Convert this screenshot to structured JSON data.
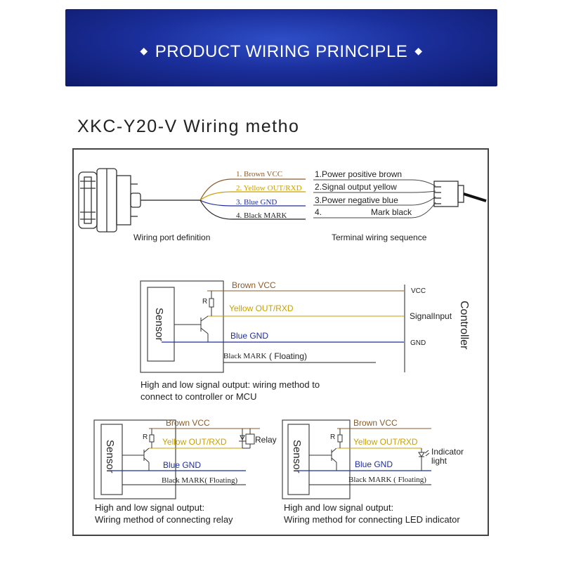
{
  "banner": {
    "title": "PRODUCT WIRING PRINCIPLE"
  },
  "subtitle": "XKC-Y20-V Wiring metho",
  "top_diagram": {
    "wires": [
      "1. Brown VCC",
      "2. Yellow OUT/RXD",
      "3. Blue GND",
      "4. Black MARK"
    ],
    "terminal": [
      "1.Power positive brown",
      "2.Signal output yellow",
      "3.Power negative blue",
      "4.",
      "Mark black"
    ],
    "caption_left": "Wiring port definition",
    "caption_right": "Terminal wiring sequence"
  },
  "controller_diagram": {
    "sensor": "Sensor",
    "resistor": "R",
    "brown": "Brown VCC",
    "yellow": "Yellow OUT/RXD",
    "blue": "Blue GND",
    "black_prefix": "Black MARK",
    "black_suffix": "( Floating)",
    "vcc": "VCC",
    "signal": "SignalInput",
    "gnd": "GND",
    "controller": "Controller",
    "caption1": "High and low signal output: wiring method to",
    "caption2": "connect to controller or MCU"
  },
  "relay_diagram": {
    "sensor": "Sensor",
    "resistor": "R",
    "brown": "Brown VCC",
    "yellow": "Yellow OUT/RXD",
    "blue": "Blue GND",
    "black": "Black MARK( Floating)",
    "relay": "Relay",
    "caption1": "High and low signal output:",
    "caption2": "Wiring method of connecting relay"
  },
  "led_diagram": {
    "sensor": "Sensor",
    "resistor": "R",
    "brown": "Brown VCC",
    "yellow": "Yellow OUT/RXD",
    "blue": "Blue GND",
    "black": "Black MARK ( Floating)",
    "indicator1": "Indicator",
    "indicator2": "light",
    "caption1": "High and low signal output:",
    "caption2": "Wiring method for connecting LED indicator"
  },
  "colors": {
    "brown": "#8b5a2b",
    "yellow": "#c9a000",
    "blue": "#1f2e9c",
    "banner": "#1b2f9c"
  }
}
